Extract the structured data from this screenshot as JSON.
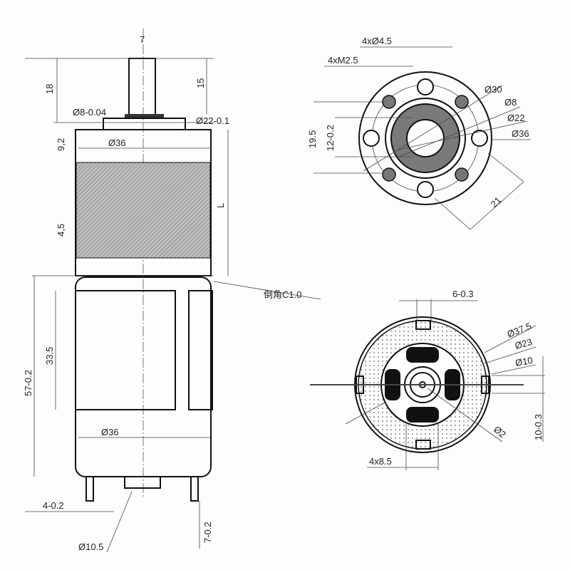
{
  "side_view": {
    "shaft_flat": "7",
    "shaft_total": "18",
    "shaft_length": "15",
    "shaft_dia": "Ø8-0.04",
    "boss_dia": "Ø22-0.1",
    "flange_height": "9,2",
    "gearbox_dia": "Ø36",
    "gearbox_length": "L",
    "gap": "4,5",
    "chamfer": "倒角C1.0",
    "motor_length": "57-0.2",
    "slot_length": "33.5",
    "motor_dia": "Ø36",
    "terminal_width": "4-0.2",
    "rear_boss_dia": "Ø10.5",
    "terminal_length": "7-0.2"
  },
  "front_view": {
    "holes": "4xØ4.5",
    "threads": "4xM2.5",
    "pcd": "Ø30",
    "shaft": "Ø8",
    "boss": "Ø22",
    "outer": "Ø36",
    "height": "19.5",
    "inner_height": "12-0.2",
    "offset": "21"
  },
  "rear_view": {
    "slot_width": "6-0.3",
    "outer": "Ø37.5",
    "ring": "Ø23",
    "hub": "Ø10",
    "hole": "Ø2",
    "tab": "10-0.3",
    "vents": "4x8.5"
  },
  "colors": {
    "line": "#111111",
    "fill_gray": "#7a7a7a",
    "hatch": "#9a9a9a"
  }
}
